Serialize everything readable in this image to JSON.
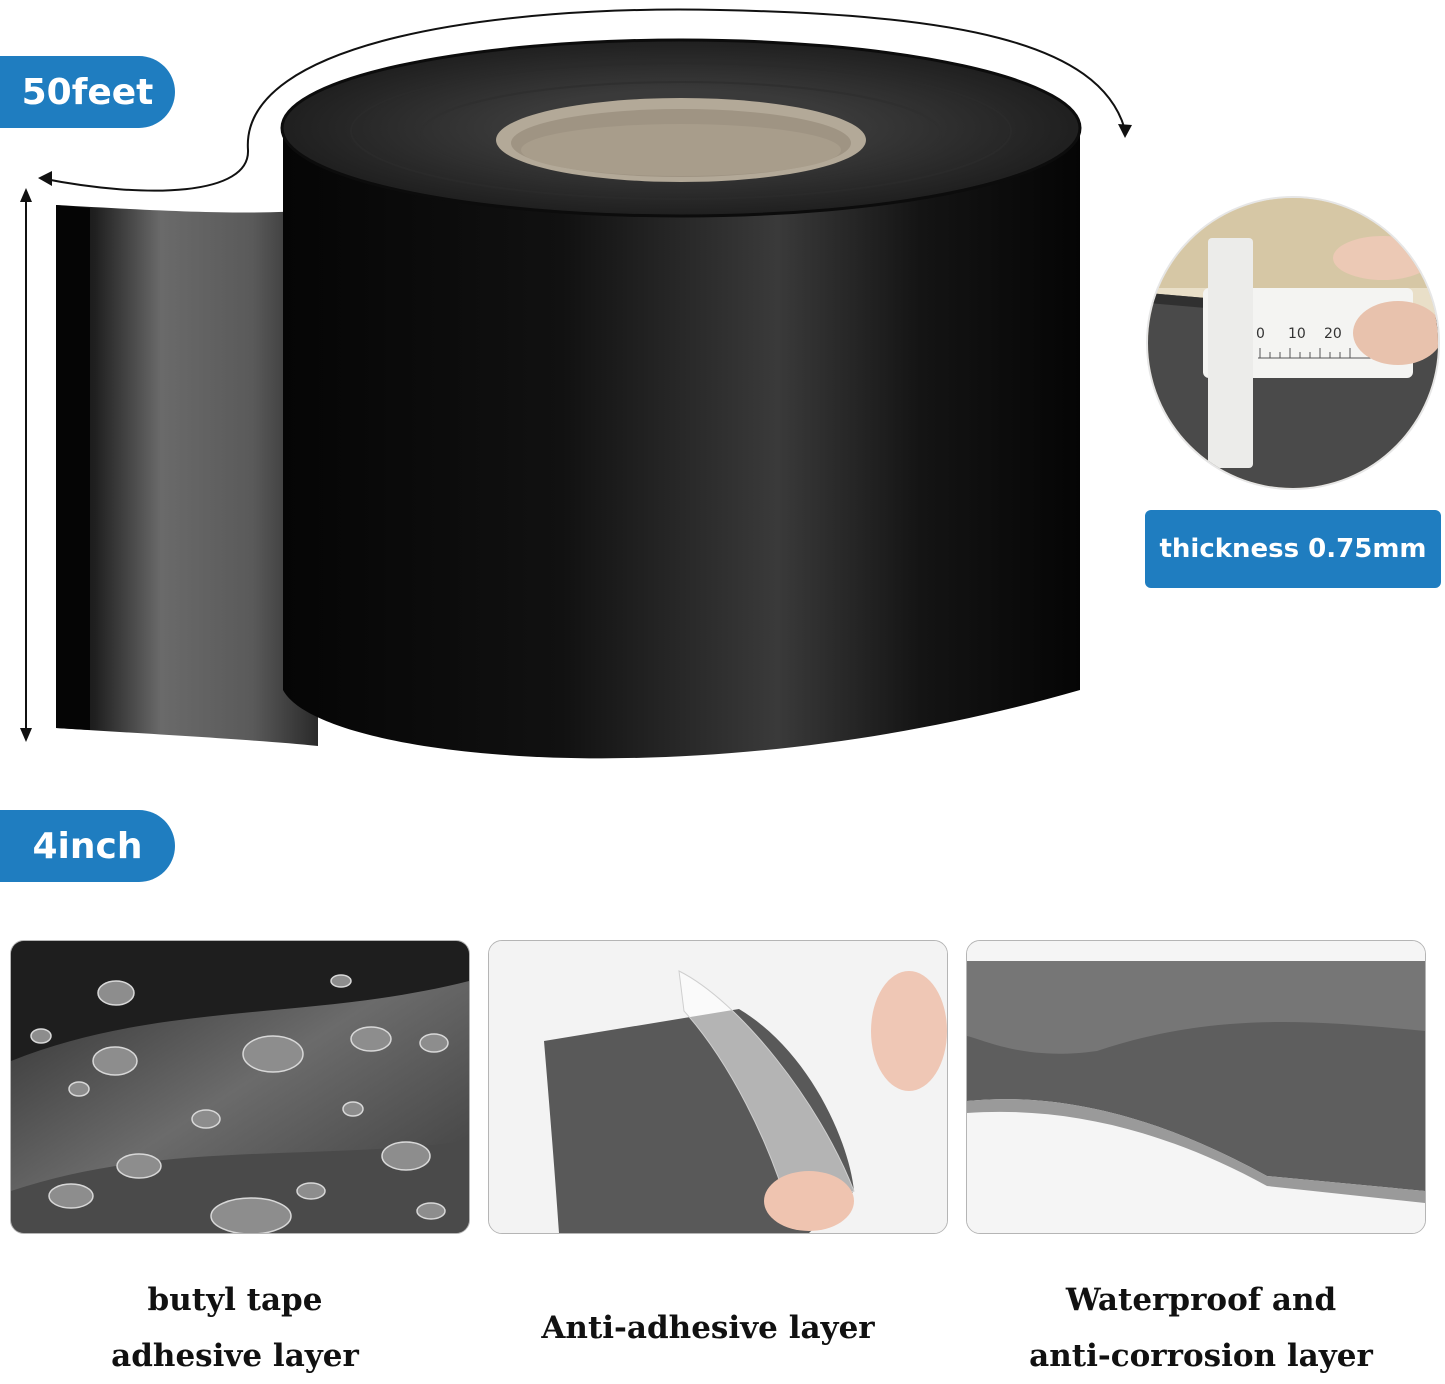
{
  "labels": {
    "length": "50feet",
    "width": "4inch",
    "thickness": "thickness 0.75mm"
  },
  "caliper": {
    "scale_0": "0",
    "scale_10": "10",
    "scale_20": "20"
  },
  "captions": {
    "butyl_line1": "butyl tape",
    "butyl_line2": "adhesive layer",
    "anti_adhesive": "Anti-adhesive layer",
    "waterproof_line1": "Waterproof and",
    "waterproof_line2": "anti-corrosion layer"
  },
  "colors": {
    "label_blue": "#1f7dc0",
    "tape_black": "#0a0a0a",
    "tape_gray": "#6e6e6e"
  }
}
